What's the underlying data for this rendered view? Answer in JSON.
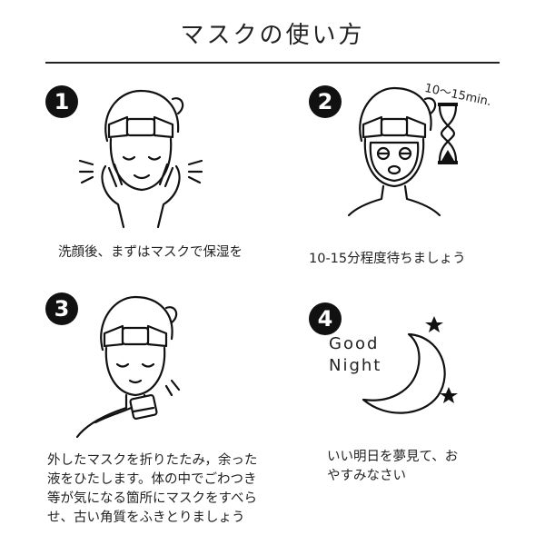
{
  "title": "マスクの使い方",
  "steps": [
    {
      "number": "1",
      "caption": "洗顔後、まずはマスクで保湿を"
    },
    {
      "number": "2",
      "caption": "10-15分程度待ちましょう",
      "timer_label": "10～15min."
    },
    {
      "number": "3",
      "caption": "外したマスクを折りたたみ，余った\n液をひたします。体の中でごわつき\n等が気になる箇所にマスクをすべら\nせ、古い角質をふきとりましょう"
    },
    {
      "number": "4",
      "caption": "いい明日を夢見て、お\nやすみなさい",
      "goodnight_line1": "Good",
      "goodnight_line2": "Night"
    }
  ]
}
